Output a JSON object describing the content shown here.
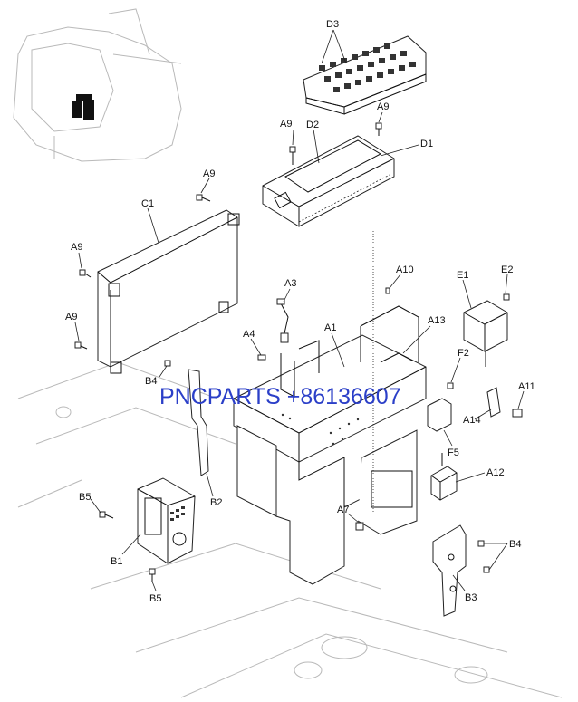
{
  "watermark": "PNCPARTS +86136607",
  "labels": {
    "D3": "D3",
    "A9": "A9",
    "D2": "D2",
    "D1": "D1",
    "C1": "C1",
    "A10": "A10",
    "E1": "E1",
    "E2": "E2",
    "A3": "A3",
    "A1": "A1",
    "A13": "A13",
    "A4": "A4",
    "F2": "F2",
    "B4": "B4",
    "A11": "A11",
    "A14": "A14",
    "F5": "F5",
    "A12": "A12",
    "B2": "B2",
    "B5": "B5",
    "A7": "A7",
    "B1": "B1",
    "B3": "B3"
  }
}
